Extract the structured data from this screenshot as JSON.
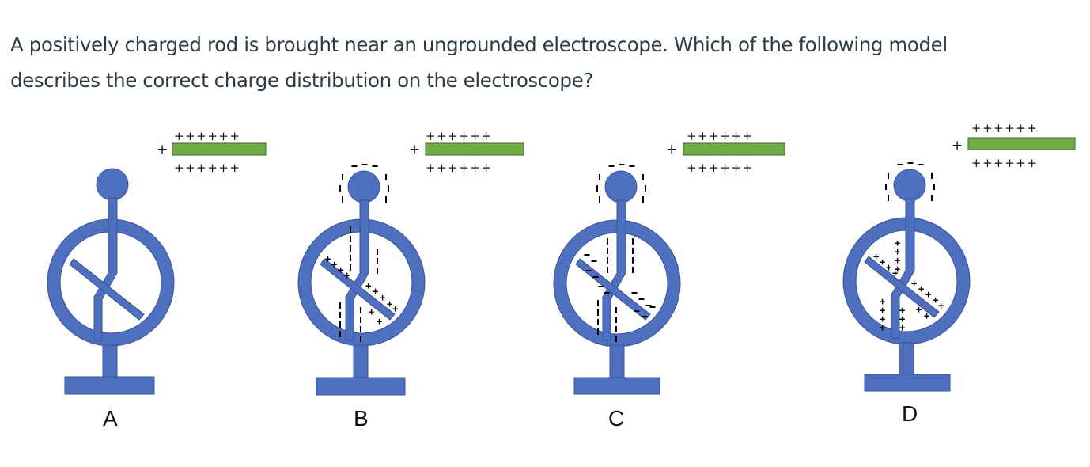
{
  "question": {
    "line1": "A positively charged rod is brought near an ungrounded electroscope. Which of the following model",
    "line2": "describes the correct charge distribution on the electroscope?"
  },
  "rod": {
    "top_charges": "++++++",
    "bottom_charges": "++++++",
    "side_charge": "+",
    "color": "#70ad47"
  },
  "electroscope_color": "#4f6fbf",
  "options": [
    {
      "label": "A"
    },
    {
      "label": "B"
    },
    {
      "label": "C"
    },
    {
      "label": "D"
    }
  ]
}
